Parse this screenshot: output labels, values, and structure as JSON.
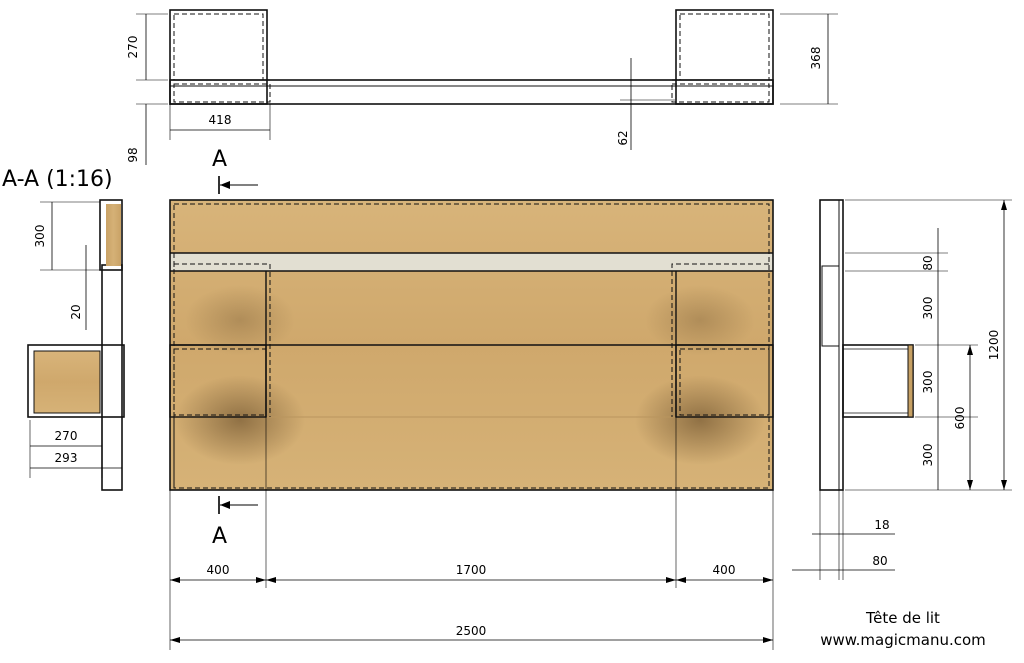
{
  "section": {
    "label": "A-A (1:16)",
    "cut_letter": "A"
  },
  "dimensions": {
    "top_270": "270",
    "top_98": "98",
    "top_418": "418",
    "top_62": "62",
    "top_368": "368",
    "sec_300": "300",
    "sec_20": "20",
    "sec_270": "270",
    "sec_293": "293",
    "front_400_left": "400",
    "front_1700": "1700",
    "front_400_right": "400",
    "front_2500": "2500",
    "side_80_top": "80",
    "side_300_a": "300",
    "side_300_b": "300",
    "side_300_c": "300",
    "side_600": "600",
    "side_1200": "1200",
    "side_18": "18",
    "side_80_bottom": "80"
  },
  "footer": {
    "title": "Tête de lit",
    "website": "www.magicmanu.com"
  },
  "colors": {
    "wood": "#d2ad72",
    "wood_dark": "#b88f55",
    "panel_strip": "#e2dfd2",
    "line": "#111111"
  }
}
